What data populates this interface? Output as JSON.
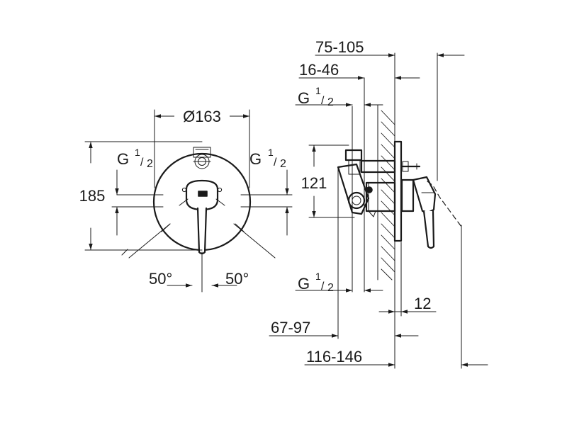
{
  "front_view": {
    "diameter_label": "Ø163",
    "height_label": "185",
    "thread_left": {
      "prefix": "G",
      "num": "1",
      "sep": "/",
      "den": "2"
    },
    "thread_right": {
      "prefix": "G",
      "num": "1",
      "sep": "/",
      "den": "2"
    },
    "angle_left": "50°",
    "angle_right": "50°"
  },
  "side_view": {
    "dim_75_105": "75-105",
    "dim_16_46": "16-46",
    "thread_top": {
      "prefix": "G",
      "num": "1",
      "sep": "/",
      "den": "2"
    },
    "dim_121": "121",
    "thread_bottom": {
      "prefix": "G",
      "num": "1",
      "sep": "/",
      "den": "2"
    },
    "dim_12": "12",
    "dim_67_97": "67-97",
    "dim_116_146": "116-146"
  }
}
